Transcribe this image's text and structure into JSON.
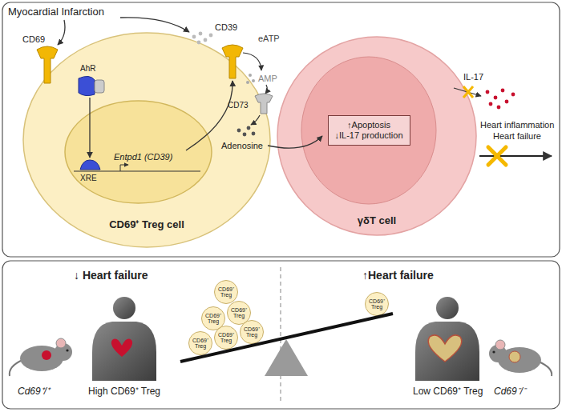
{
  "diagram": {
    "nodes": [
      {
        "text": [
          "CD69⁺ Treg cell"
        ]
      },
      {
        "text": [
          "XRE",
          "Entpd1 (CD39)"
        ],
        "in": 0
      },
      {
        "text": [
          "γδT cell"
        ]
      },
      {
        "text": [
          "↑Apoptosis",
          "↓IL-17 production"
        ],
        "in": 2
      },
      {
        "text": [
          "CD69⁺ Treg"
        ]
      },
      {
        "text": [
          "CD69⁺ Treg"
        ]
      },
      {
        "text": [
          "CD69⁺ Treg"
        ]
      },
      {
        "text": [
          "CD69⁺ Treg"
        ]
      },
      {
        "text": [
          "CD69⁺ Treg"
        ]
      },
      {
        "text": [
          "CD69⁺ Treg"
        ]
      },
      {
        "text": [
          "CD69⁺ Treg"
        ]
      }
    ],
    "labels": [
      "Myocardial Infarction",
      "CD69",
      "CD39",
      "eATP",
      "AMP",
      "AhR",
      "CD73",
      "Adenosine",
      "IL-17",
      "Heart inflammation",
      "Heart failure",
      "↓ Heart failure",
      "↑Heart failure",
      "Cd69⁺/⁺",
      "High CD69⁺ Treg",
      "Cd69⁻/⁻",
      "Low CD69⁺ Treg"
    ]
  }
}
